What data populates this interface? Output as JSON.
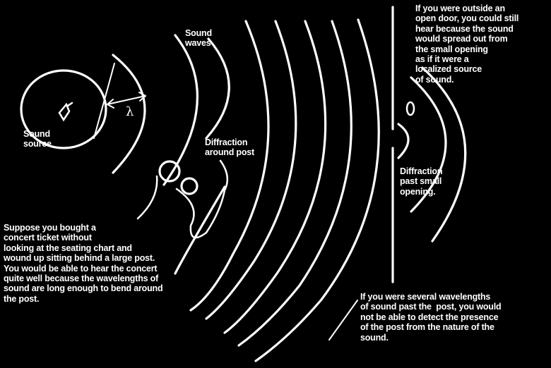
{
  "labels": {
    "sound_source": "Sound\nsource",
    "wavelength_symbol": "λ",
    "sound_waves": "Sound\nwaves",
    "diffraction_post": "Diffraction\naround post",
    "diffraction_opening": "Diffraction\npast small\nopening.",
    "outside_door": "If you were outside an\nopen door, you could still\nhear because the sound\nwould spread out from\nthe small opening\nas if it were a\nlocalized source\nof sound.",
    "concert_ticket": "Suppose you bought a\nconcert ticket without\nlooking at the seating chart and\nwound up sitting behind a large post.\nYou would be able to hear the concert\nquite well because the wavelengths of\nsound are long enough to bend around\nthe post.",
    "several_wavelengths": "If you were several wavelengths\nof sound past the  post, you would\nnot be able to detect the presence\nof the post from the nature of the\nsound."
  },
  "colors": {
    "background": "#000000",
    "ink": "#ffffff"
  },
  "icons": [
    "speaker-icon",
    "ear-icon"
  ]
}
